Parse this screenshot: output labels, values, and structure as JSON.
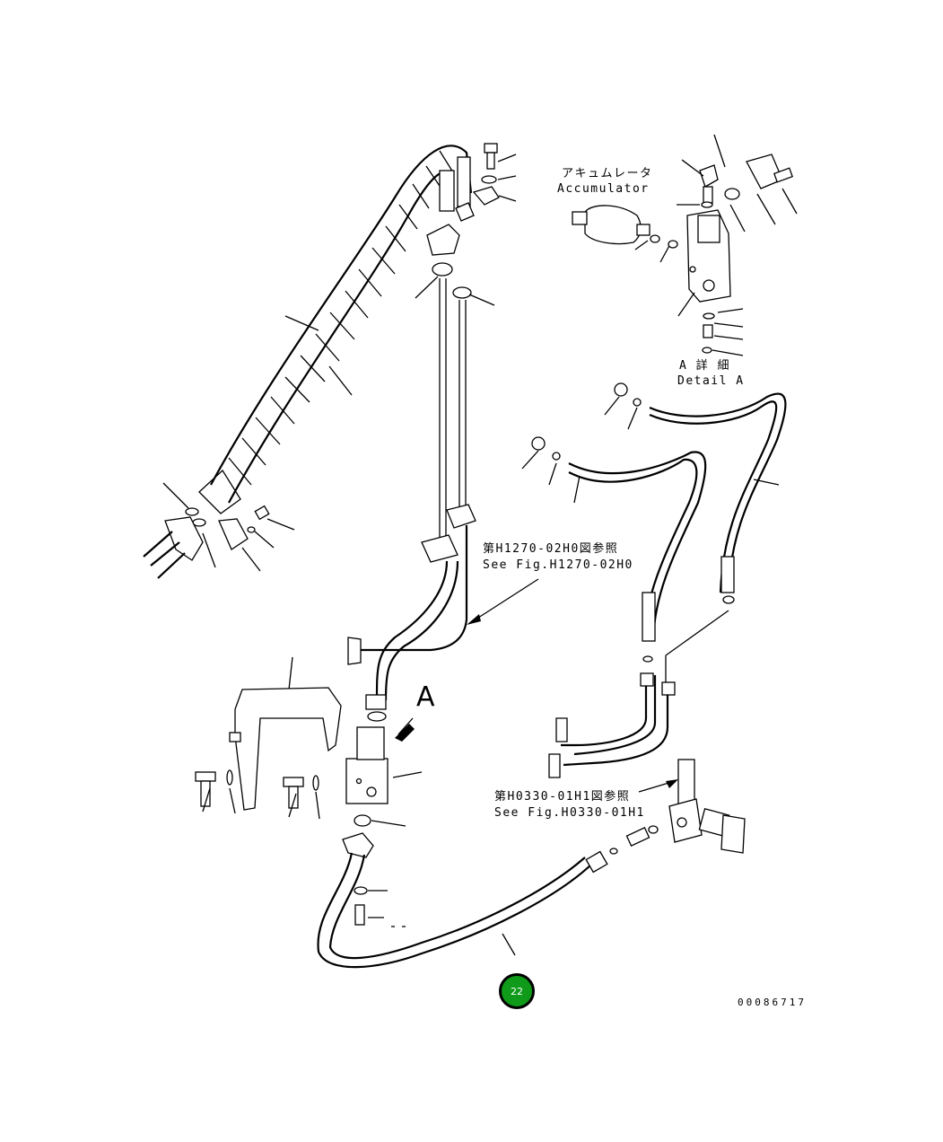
{
  "labels": {
    "accumulator_jp": "アキュムレータ",
    "accumulator_en": "Accumulator",
    "detail_a_jp": "A 詳 細",
    "detail_a_en": "Detail A",
    "ref1_jp": "第H1270-02H0図参照",
    "ref1_en": "See Fig.H1270-02H0",
    "ref2_jp": "第H0330-01H1図参照",
    "ref2_en": "See Fig.H0330-01H1",
    "view_letter": "A",
    "drawing_number": "00086717",
    "page_badge": "22"
  },
  "colors": {
    "badge_fill": "#0f9a1a",
    "line": "#000000"
  }
}
